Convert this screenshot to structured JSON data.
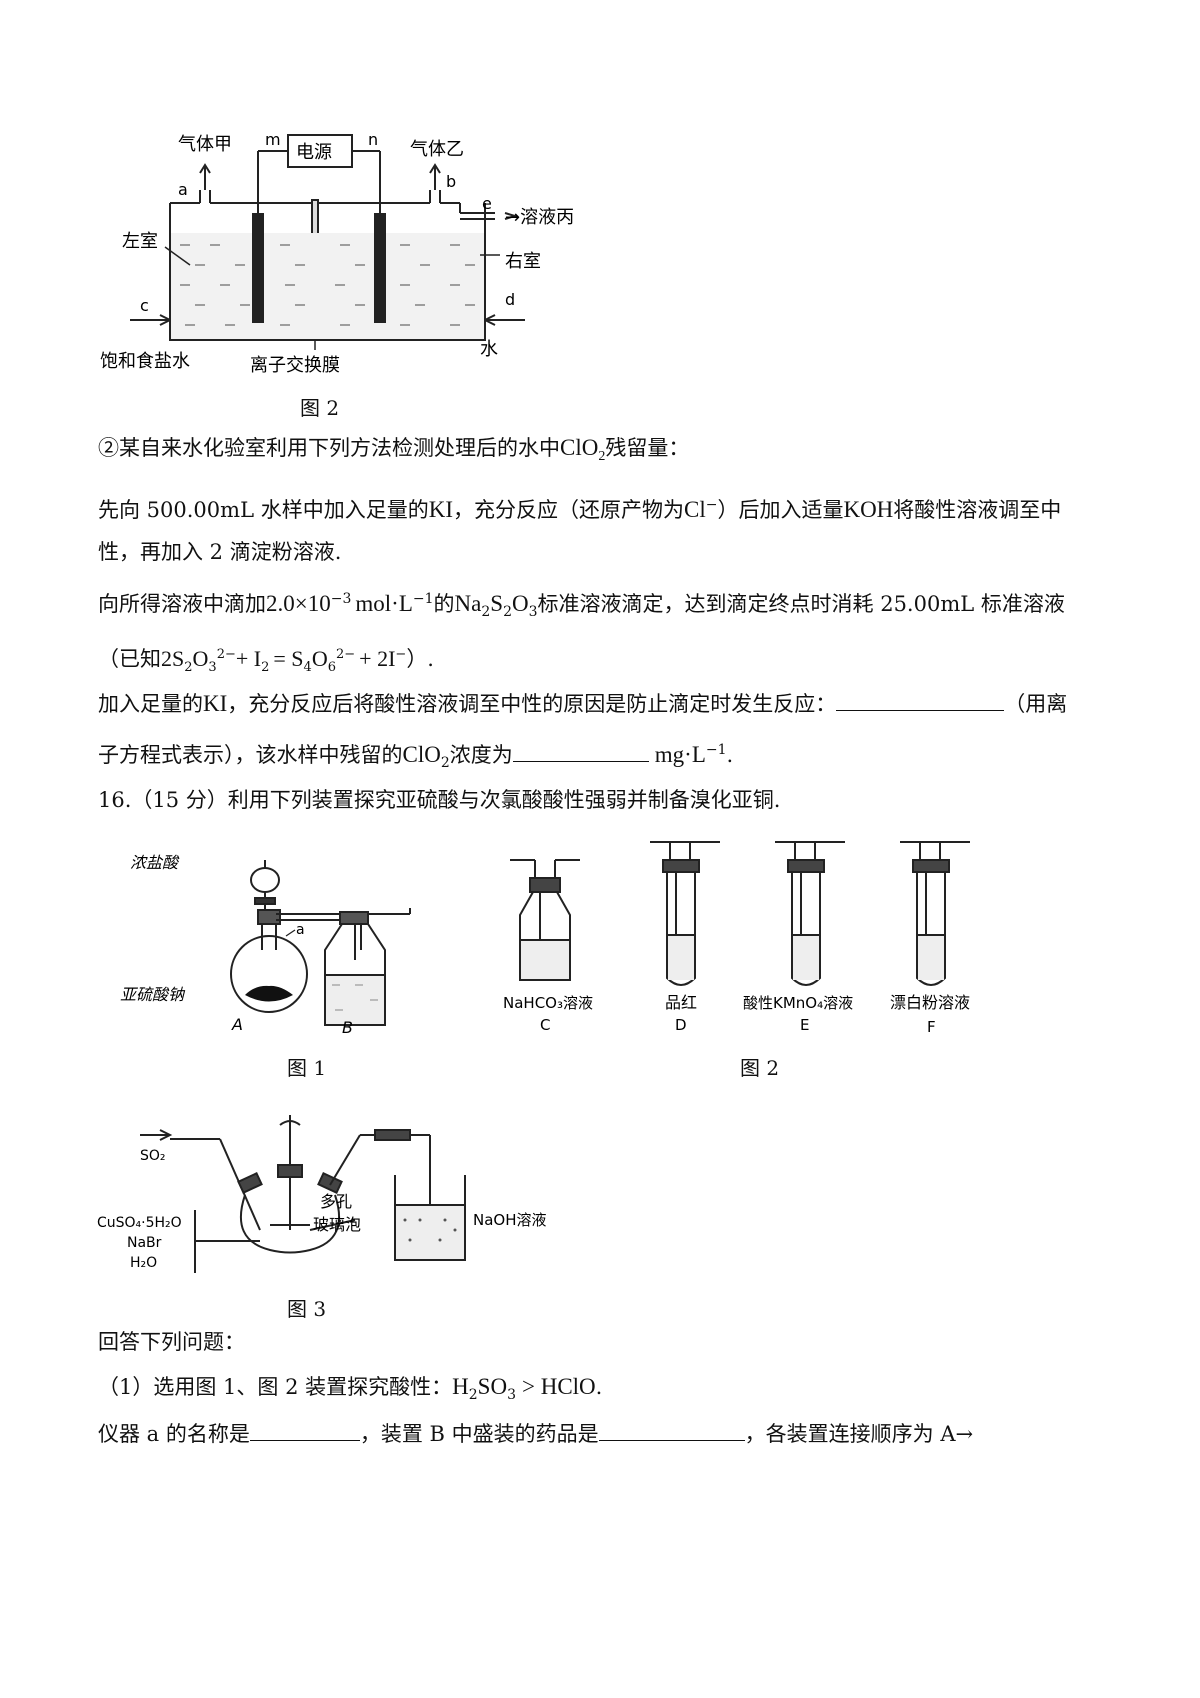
{
  "fig_top": {
    "labels": {
      "gas_a": "气体甲",
      "gas_b": "气体乙",
      "power": "电源",
      "m": "m",
      "n": "n",
      "a": "a",
      "b": "b",
      "c": "c",
      "d": "d",
      "e": "e",
      "left_room": "左室",
      "right_room": "右室",
      "solution_c": "→溶液丙",
      "brine": "饱和食盐水",
      "membrane": "离子交换膜",
      "water": "水"
    },
    "caption": "图 2"
  },
  "p2": {
    "l1a": "②某自来水化验室利用下列方法检测处理后的水中",
    "l1b": "ClO",
    "l1c": "2",
    "l1d": "残留量：",
    "l2a": "先向 500.00mL 水样中加入足量的",
    "l2b": "KI",
    "l2c": "，充分反应（还原产物为",
    "l2d": "Cl",
    "l2e": "−",
    "l2f": "）后加入适量",
    "l2g": "KOH",
    "l2h": "将酸性溶液调至中",
    "l3": "性，再加入 2 滴淀粉溶液.",
    "l4a": "向所得溶液中滴加",
    "l4b": "2.0×10",
    "l4c": "−3",
    "l4d": "mol·L",
    "l4e": "−1",
    "l4f": "的",
    "l4g": "Na",
    "l4h": "2",
    "l4i": "S",
    "l4j": "2",
    "l4k": "O",
    "l4l": "3",
    "l4m": "标准溶液滴定，达到滴定终点时消耗 25.00mL 标准溶液",
    "l5a": "（已知",
    "l5b": "2S",
    "l5c": "2",
    "l5d": "O",
    "l5e": "3",
    "l5f": "2−",
    "l5g": "+ I",
    "l5h": "2",
    "l5i": "= S",
    "l5j": "4",
    "l5k": "O",
    "l5l": "6",
    "l5m": "2−",
    "l5n": "+ 2I",
    "l5o": "−",
    "l5p": "）.",
    "l6a": "加入足量的",
    "l6b": "KI",
    "l6c": "，充分反应后将酸性溶液调至中性的原因是防止滴定时发生反应：",
    "l6d": "（用离",
    "l7a": "子方程式表示），该水样中残留的",
    "l7b": "ClO",
    "l7c": "2",
    "l7d": "浓度为",
    "l7e": "mg·L",
    "l7f": "−1",
    "l7g": "."
  },
  "q16": {
    "title": "16.（15 分）利用下列装置探究亚硫酸与次氯酸酸性强弱并制备溴化亚铜."
  },
  "fig1": {
    "conc_hcl": "浓盐酸",
    "a": "a",
    "na2so3": "亚硫酸钠",
    "A": "A",
    "B": "B",
    "caption": "图 1"
  },
  "fig2": {
    "C_label": "NaHCO₃溶液",
    "C": "C",
    "D_label": "品红",
    "D": "D",
    "E_label": "酸性KMnO₄溶液",
    "E": "E",
    "F_label": "漂白粉溶液",
    "F": "F",
    "caption": "图 2"
  },
  "fig3": {
    "so2": "SO₂",
    "reagent1": "CuSO₄·5H₂O",
    "reagent2": "NaBr",
    "reagent3": "H₂O",
    "porous1": "多孔",
    "porous2": "玻璃泡",
    "naoh": "NaOH溶液",
    "caption": "图 3"
  },
  "answers": {
    "intro": "回答下列问题：",
    "q1a": "（1）选用图 1、图 2 装置探究酸性：",
    "q1b": "H",
    "q1c": "2",
    "q1d": "SO",
    "q1e": "3",
    "q1f": "> HClO",
    "q1g": ".",
    "q1_2a": "仪器 a 的名称是",
    "q1_2b": "，装置 B 中盛装的药品是",
    "q1_2c": "，各装置连接顺序为 A→"
  }
}
